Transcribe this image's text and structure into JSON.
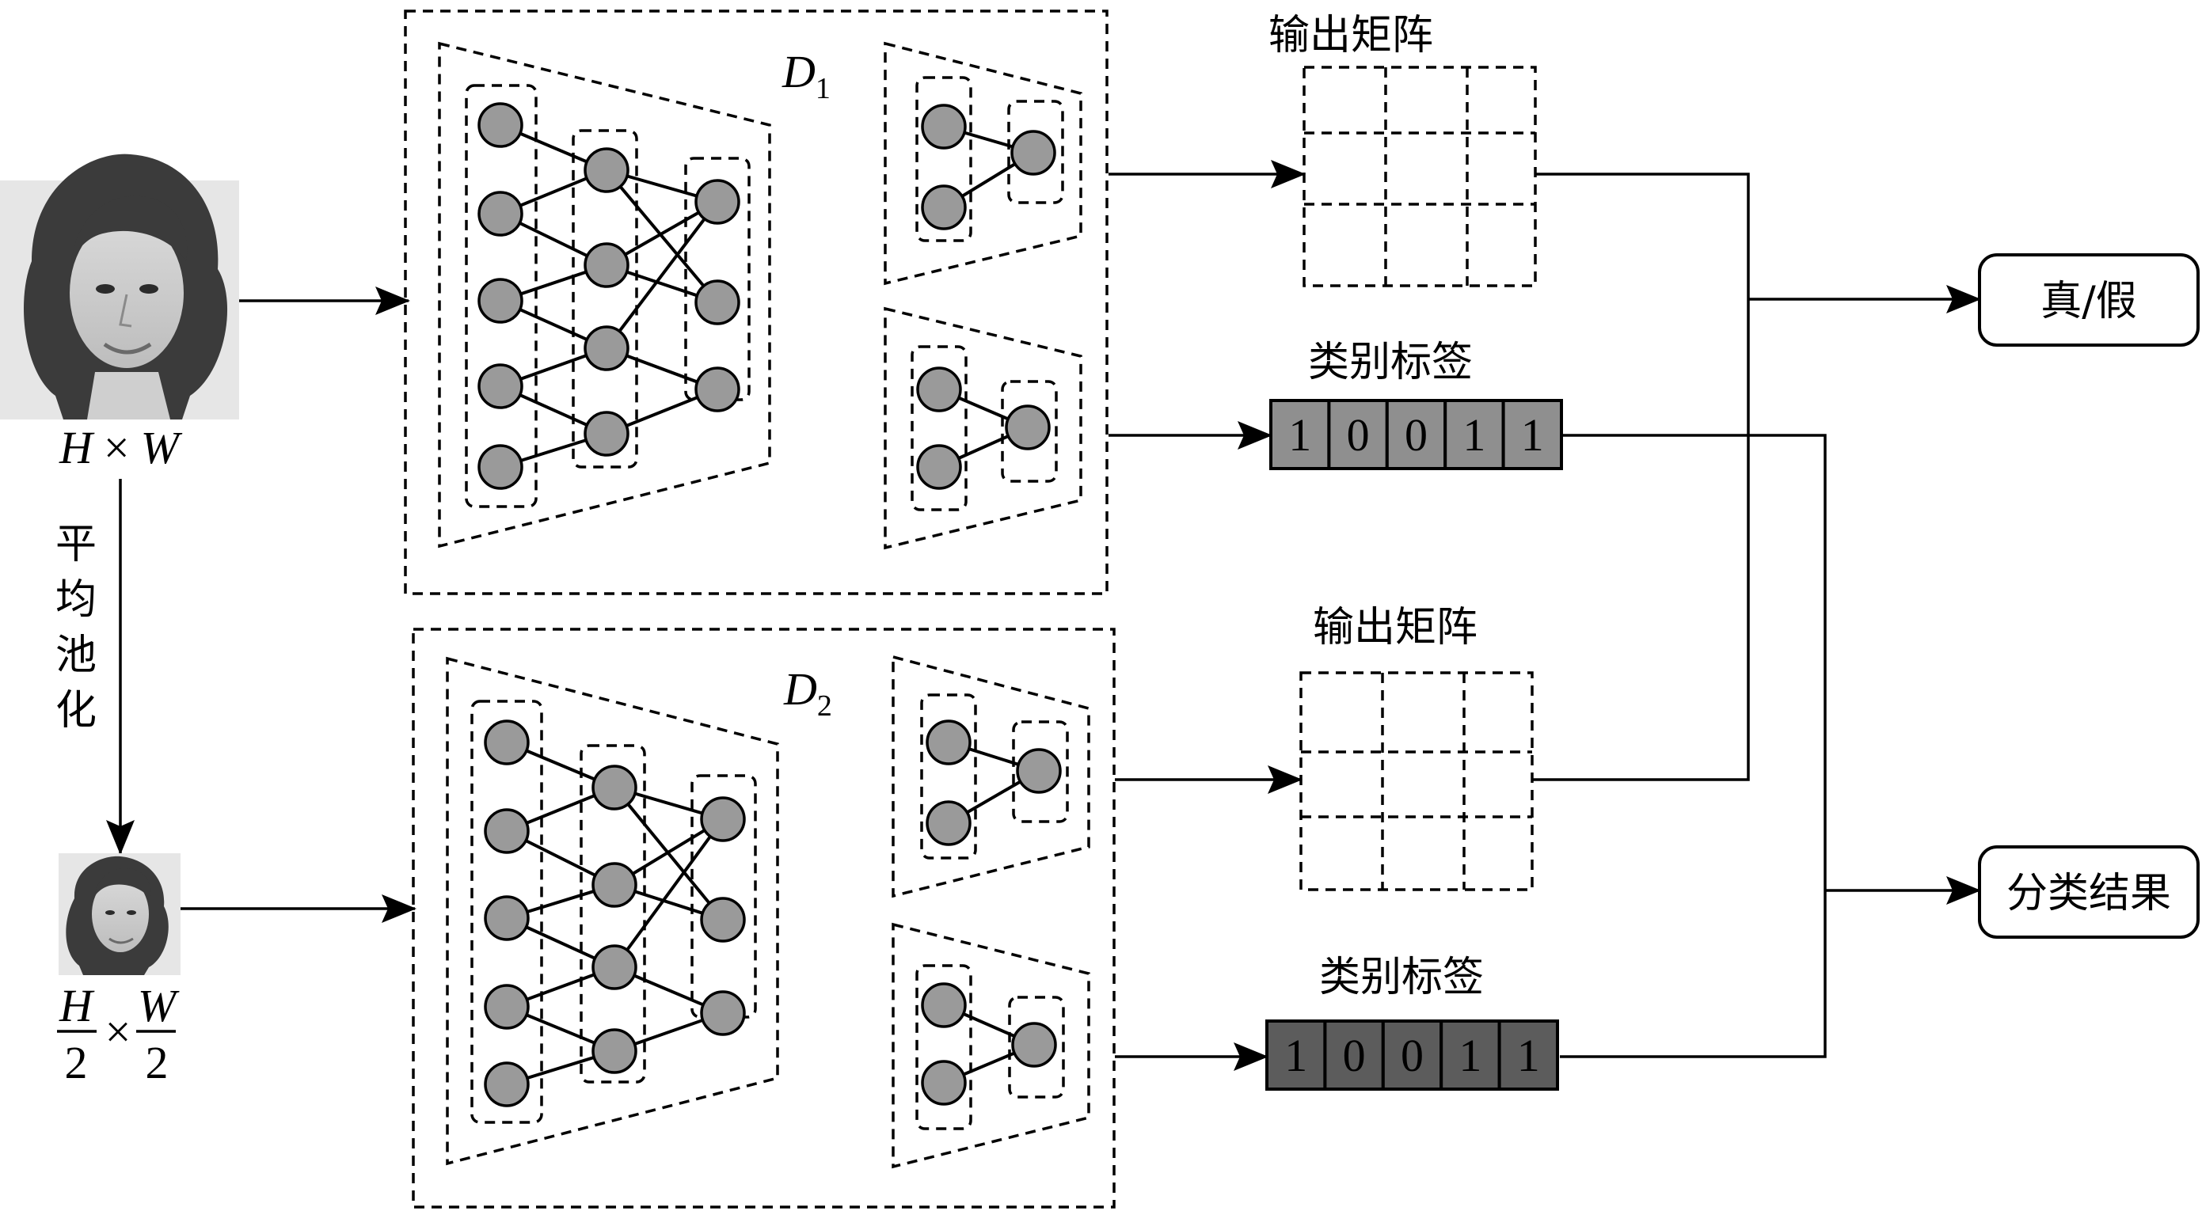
{
  "input": {
    "size_label_h": "H",
    "size_label_times": "×",
    "size_label_w": "W",
    "small_h": "H",
    "small_w": "W",
    "small_denominator": "2",
    "small_times": "×"
  },
  "pooling": {
    "chars": [
      "平",
      "均",
      "池",
      "化"
    ]
  },
  "discriminators": [
    {
      "letter": "D",
      "subscript": "1"
    },
    {
      "letter": "D",
      "subscript": "2"
    }
  ],
  "labels": {
    "output_matrix": "输出矩阵",
    "class_label": "类别标签",
    "real_fake": "真/假",
    "class_result": "分类结果"
  },
  "label_vector": [
    "1",
    "0",
    "0",
    "1",
    "1"
  ],
  "colors": {
    "label_vector_d1": "#8f8f8f",
    "label_vector_d2": "#5c5c5c",
    "node_fill": "#9a9a9a"
  }
}
